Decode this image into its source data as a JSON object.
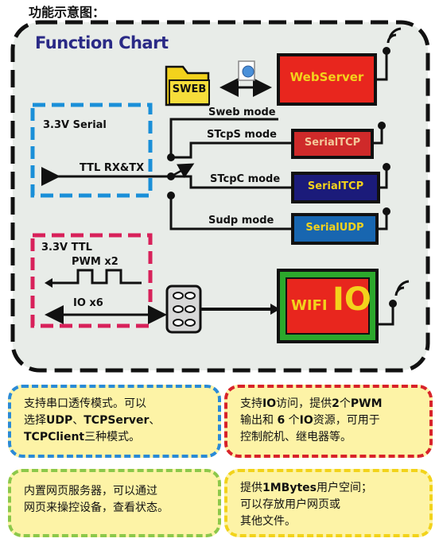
{
  "page_heading": "功能示意图：",
  "chart": {
    "title": "Function Chart",
    "sweb_folder_label": "SWEB",
    "webserver_label": "WebServer",
    "serial_box_label": "3.3V Serial",
    "ttl_label": "TTL RX&TX",
    "modes": {
      "sweb": "Sweb mode",
      "stcps": "STcpS mode",
      "stcpc": "STcpC mode",
      "sudp": "Sudp mode"
    },
    "module_serialtcp_1": "SerialTCP",
    "module_serialtcp_2": "SerialTCP",
    "module_serialudp": "SerialUDP",
    "ttl_box_label": "3.3V TTL",
    "pwm_label": "PWM x2",
    "io_label": "IO x6",
    "wifi_label": "WIFI",
    "wifi_io_label": "IO"
  },
  "notes": {
    "serial_mode": {
      "line1": "支持串口透传模式。可以",
      "line2_a": "选择",
      "line2_b": "UDP",
      "line2_c": "、",
      "line2_d": "TCPServer",
      "line2_e": "、",
      "line3_a": "TCPClient",
      "line3_b": "三种模式。"
    },
    "io_access": {
      "line1_a": "支持",
      "line1_b": "IO",
      "line1_c": "访问，提供",
      "line1_d": "2",
      "line1_e": "个",
      "line1_f": "PWM",
      "line2_a": "输出和 ",
      "line2_b": "6",
      "line2_c": " 个",
      "line2_d": "IO",
      "line2_e": "资源，可用于",
      "line3": "控制舵机、继电器等。"
    },
    "web_server": {
      "line1": "内置网页服务器，可以通过",
      "line2": "网页来操控设备，查看状态。"
    },
    "user_space": {
      "line1_a": "提供",
      "line1_b": "1MBytes",
      "line1_c": "用户空间；",
      "line2": "可以存放用户网页或",
      "line3": "其他文件。"
    }
  },
  "colors": {
    "panel_bg": "#e8ece8",
    "serial_box": "#1a8fd8",
    "ttl_box": "#d8215a",
    "webserver": "#e8261e",
    "serialtcp_1": "#cf2a2a",
    "serialtcp_2": "#1b1b7a",
    "serialudp": "#1866b0",
    "wifi": "#2ca82c",
    "wifi_io": "#e8261e",
    "folder": "#f3d21c",
    "note_blue_border": "#2a8ad6",
    "note_red_border": "#d8232a",
    "note_green_border": "#8cc84a",
    "note_yellow_border": "#f2d31a",
    "note_bg": "#fdf3a6"
  }
}
